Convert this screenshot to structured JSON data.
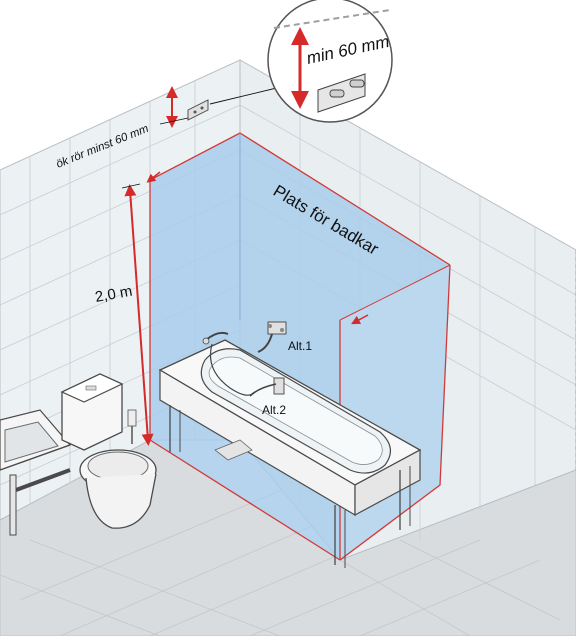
{
  "labels": {
    "pipe_note": "ök rör minst 60 mm",
    "height": "2,0 m",
    "bath_space": "Plats för badkar",
    "alt1": "Alt.1",
    "alt2": "Alt.2",
    "callout": "min 60 mm"
  },
  "colors": {
    "wall_left": "#ecf1f4",
    "wall_back": "#e9eef1",
    "floor": "#d9dcdf",
    "tile_line": "#c9ced3",
    "zone_fill": "#a9cdeb",
    "zone_edge": "#d23a3a",
    "arrow": "#d62a2a",
    "outline": "#4a4a4a",
    "fixture": "#f7f7f7"
  }
}
